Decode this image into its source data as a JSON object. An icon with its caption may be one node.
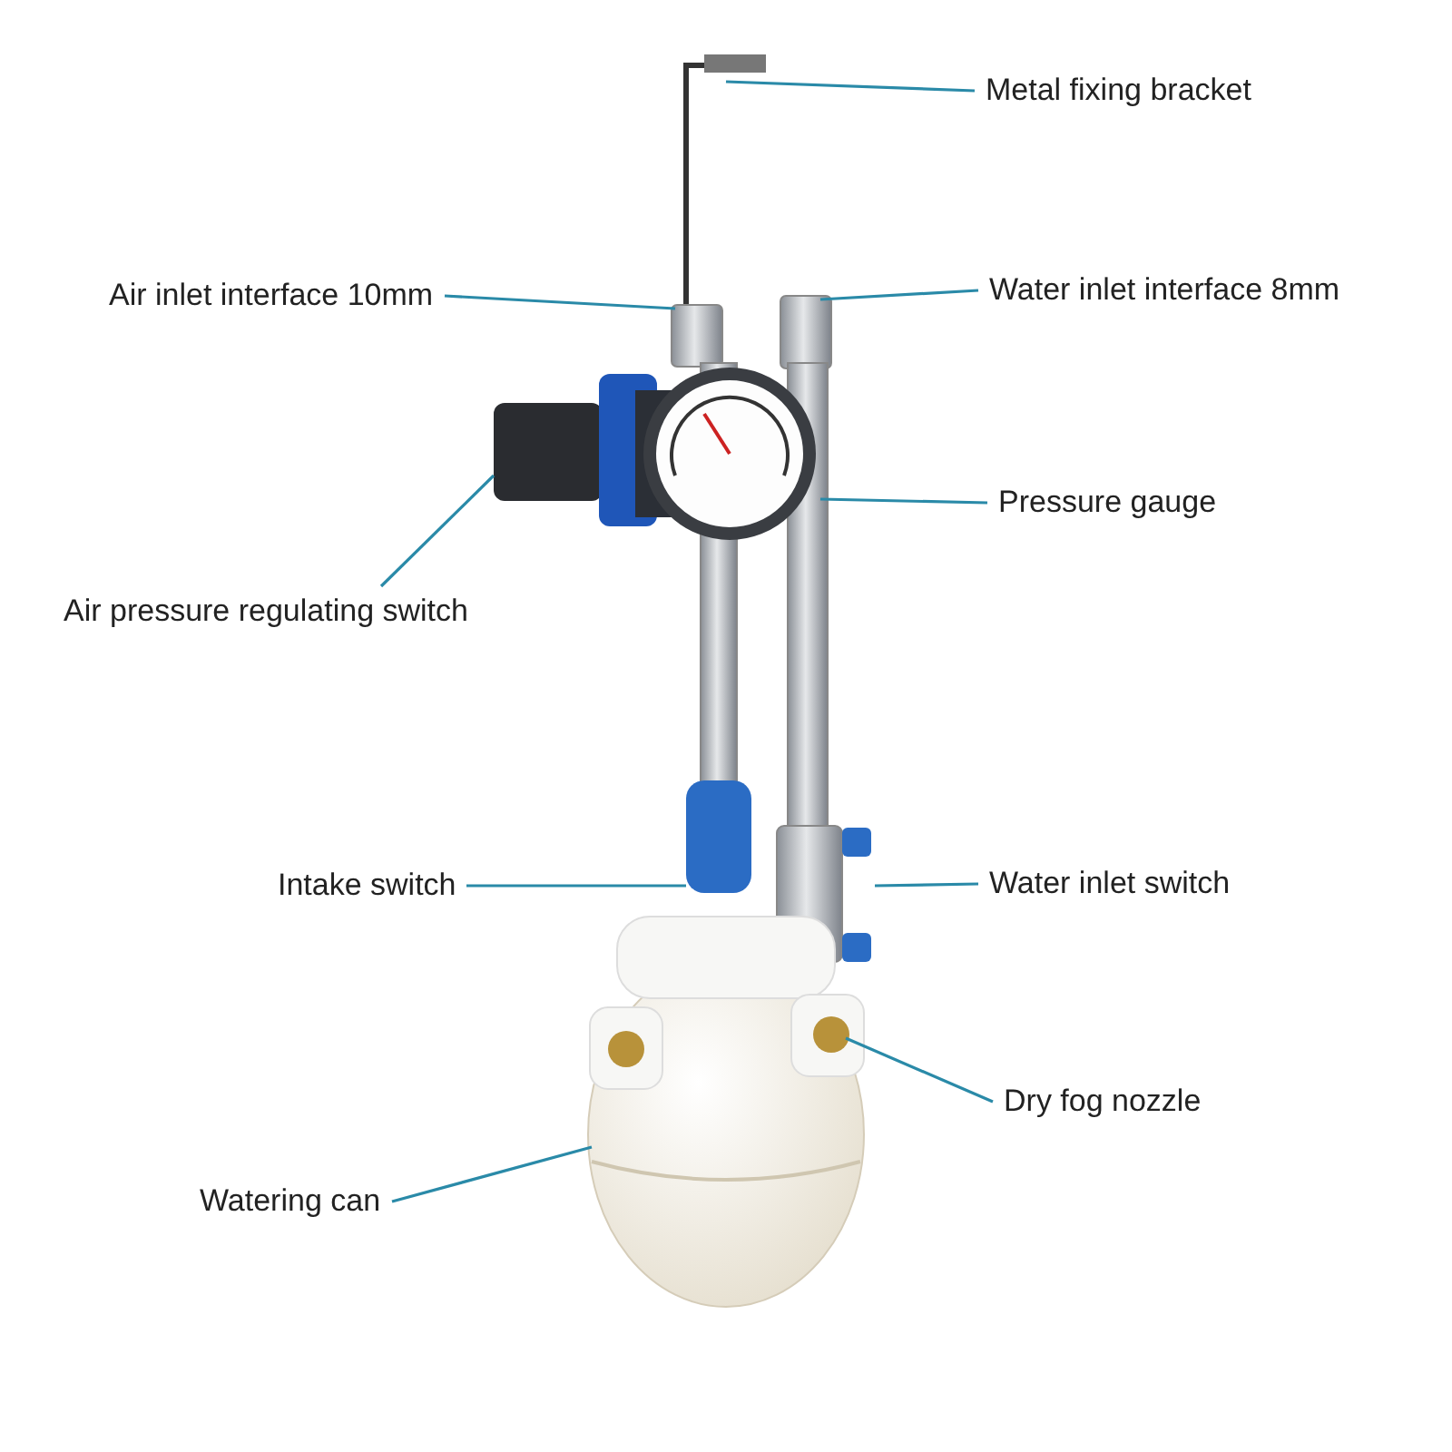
{
  "diagram": {
    "nodes": [
      {
        "text": [
          "Metal fixing bracket"
        ]
      },
      {
        "text": [
          "Air inlet interface 10mm"
        ]
      },
      {
        "text": [
          "Water inlet interface 8mm"
        ]
      },
      {
        "text": [
          "Pressure gauge"
        ]
      },
      {
        "text": [
          "Air pressure regulating switch"
        ]
      },
      {
        "text": [
          "Intake switch"
        ]
      },
      {
        "text": [
          "Water inlet switch"
        ]
      },
      {
        "text": [
          "Dry fog nozzle"
        ]
      },
      {
        "text": [
          "Watering can"
        ]
      }
    ],
    "edges": [
      {
        "from": 0,
        "to": null,
        "arrow": "none"
      },
      {
        "from": 1,
        "to": null,
        "arrow": "none"
      },
      {
        "from": 2,
        "to": null,
        "arrow": "none"
      },
      {
        "from": 3,
        "to": null,
        "arrow": "none"
      },
      {
        "from": 4,
        "to": null,
        "arrow": "none"
      },
      {
        "from": 5,
        "to": null,
        "arrow": "none"
      },
      {
        "from": 6,
        "to": null,
        "arrow": "none"
      },
      {
        "from": 7,
        "to": null,
        "arrow": "none"
      },
      {
        "from": 8,
        "to": null,
        "arrow": "none"
      }
    ]
  }
}
